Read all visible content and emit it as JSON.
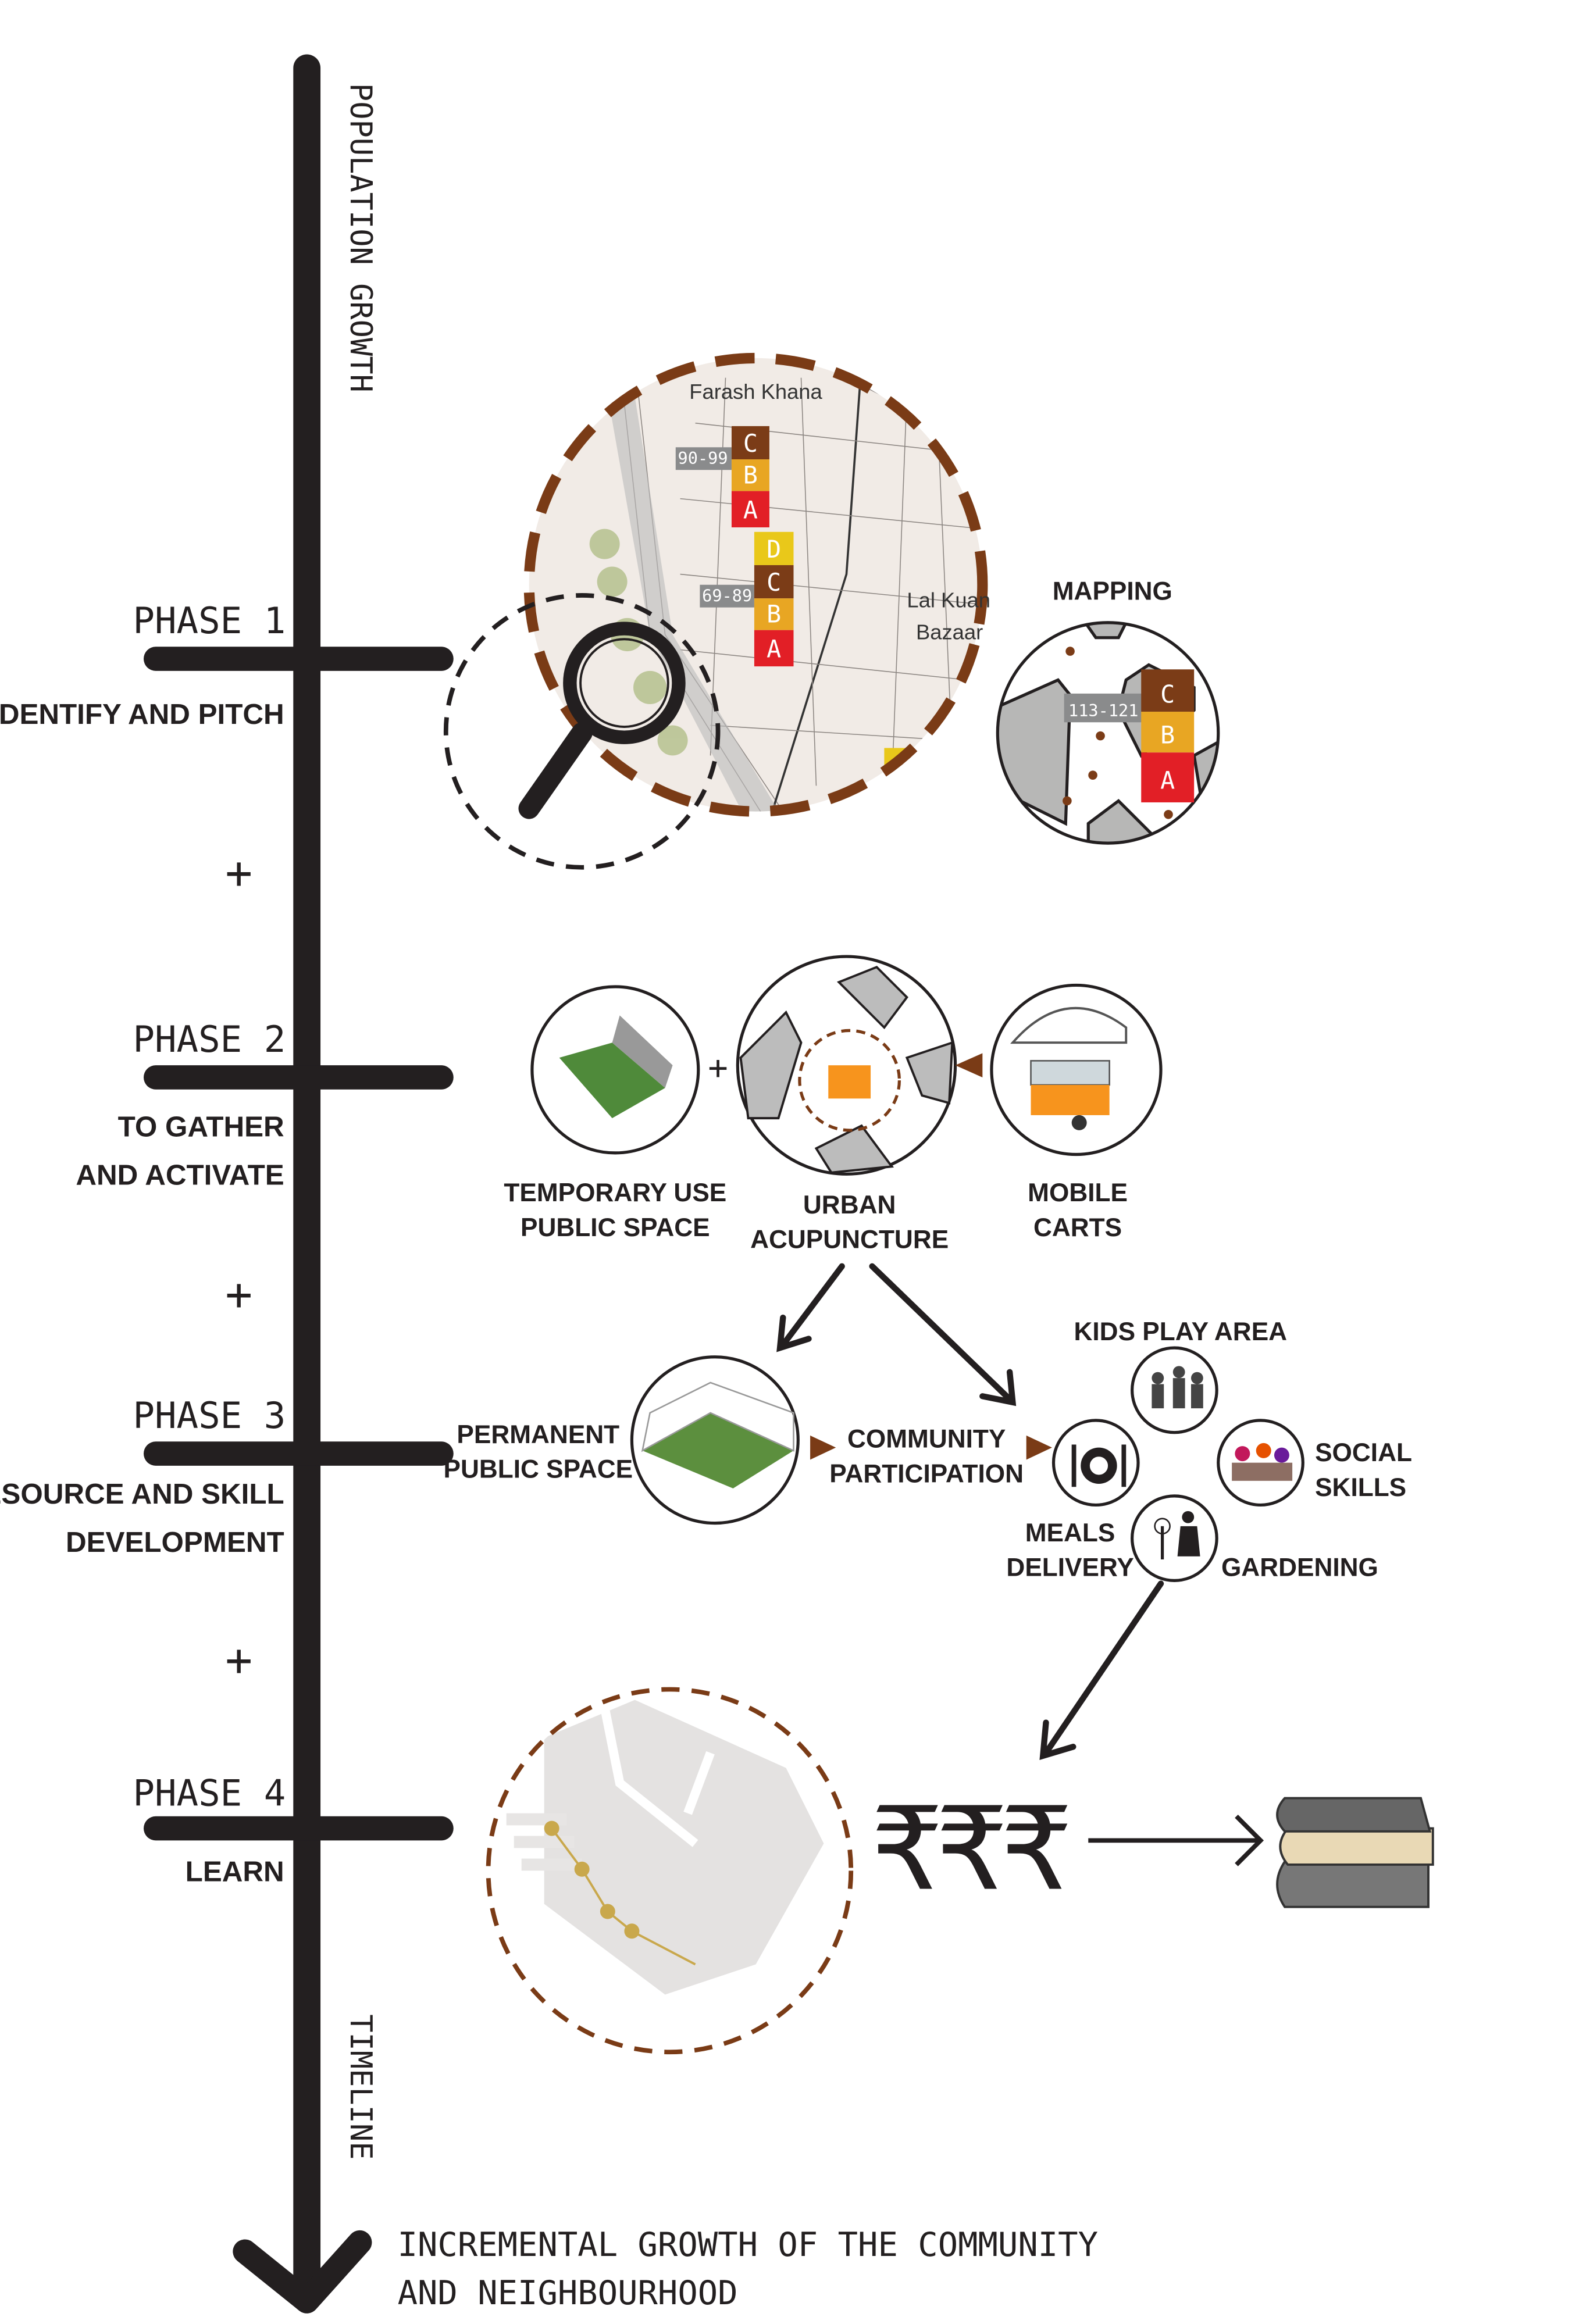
{
  "timeline": {
    "top_label": "POPULATION GROWTH",
    "bottom_label": "TIMELINE",
    "conclusion": [
      "INCREMENTAL GROWTH OF THE COMMUNITY",
      "AND NEIGHBOURHOOD"
    ],
    "plus": "+"
  },
  "phases": [
    {
      "title": "PHASE 1",
      "subtitle": [
        "IDENTIFY AND PITCH"
      ]
    },
    {
      "title": "PHASE 2",
      "subtitle": [
        "TO GATHER",
        "AND ACTIVATE"
      ]
    },
    {
      "title": "PHASE 3",
      "subtitle": [
        "RESOURCE AND SKILL",
        "DEVELOPMENT"
      ]
    },
    {
      "title": "PHASE 4",
      "subtitle": [
        "LEARN"
      ]
    }
  ],
  "phase1": {
    "map_labels": [
      "Farash Khana",
      "Lal Kuan",
      "Bazaar"
    ],
    "tags": [
      "90-99",
      "69-89"
    ],
    "blocks_1": [
      "C",
      "B",
      "A"
    ],
    "blocks_2": [
      "D",
      "C",
      "B",
      "A"
    ],
    "mapping_label": "MAPPING",
    "mapping_tag": "113-121",
    "mapping_blocks": [
      "C",
      "B",
      "A"
    ]
  },
  "phase2": {
    "plus": "+",
    "temporary": [
      "TEMPORARY USE",
      "PUBLIC SPACE"
    ],
    "acupuncture": [
      "URBAN",
      "ACUPUNCTURE"
    ],
    "carts": [
      "MOBILE",
      "CARTS"
    ]
  },
  "phase3": {
    "permanent": [
      "PERMANENT",
      "PUBLIC SPACE"
    ],
    "community": [
      "COMMUNITY",
      "PARTICIPATION"
    ],
    "kids": "KIDS PLAY AREA",
    "social": [
      "SOCIAL",
      "SKILLS"
    ],
    "meals": [
      "MEALS",
      "DELIVERY"
    ],
    "gardening": "GARDENING"
  },
  "phase4": {
    "currency": "₹₹₹"
  },
  "colors": {
    "brown": "#7a3b16",
    "block_c": "#7b3c17",
    "block_b": "#e8a623",
    "block_a": "#e21f26",
    "block_d": "#e9c81a",
    "tag_gray": "#8a8b8c",
    "timeline": "#231f20"
  }
}
